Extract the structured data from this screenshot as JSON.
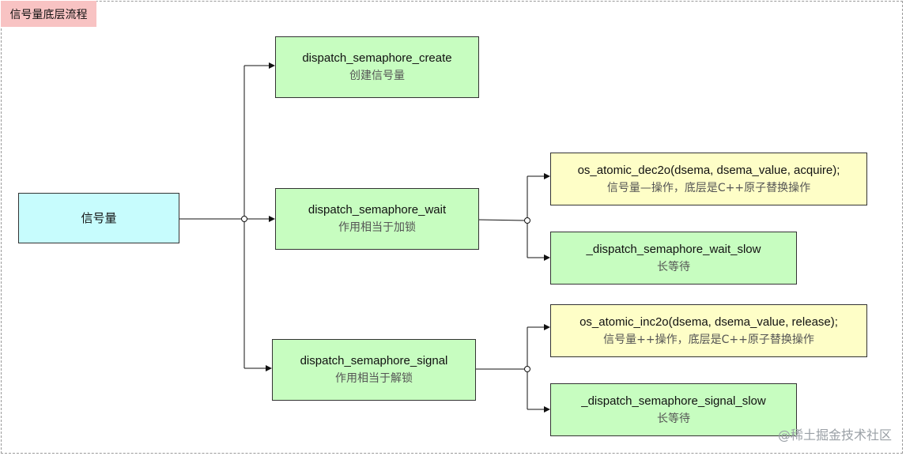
{
  "title": "信号量底层流程",
  "root": {
    "label": "信号量"
  },
  "nodes": {
    "create": {
      "name": "dispatch_semaphore_create",
      "desc": "创建信号量"
    },
    "wait": {
      "name": "dispatch_semaphore_wait",
      "desc": "作用相当于加锁"
    },
    "signal": {
      "name": "dispatch_semaphore_signal",
      "desc": "作用相当于解锁"
    },
    "dec2o": {
      "name": "os_atomic_dec2o(dsema, dsema_value, acquire);",
      "desc": "信号量—操作，底层是C++原子替换操作"
    },
    "wait_slow": {
      "name": "_dispatch_semaphore_wait_slow",
      "desc": "长等待"
    },
    "inc2o": {
      "name": "os_atomic_inc2o(dsema, dsema_value, release);",
      "desc": "信号量++操作，底层是C++原子替换操作"
    },
    "signal_slow": {
      "name": "_dispatch_semaphore_signal_slow",
      "desc": "长等待"
    }
  },
  "watermark": "@稀土掘金技术社区",
  "colors": {
    "title_bg": "#f8c3c3",
    "root_bg": "#c7fcfd",
    "func_bg": "#c7fdc0",
    "atomic_bg": "#fefec7",
    "border": "#333333"
  }
}
